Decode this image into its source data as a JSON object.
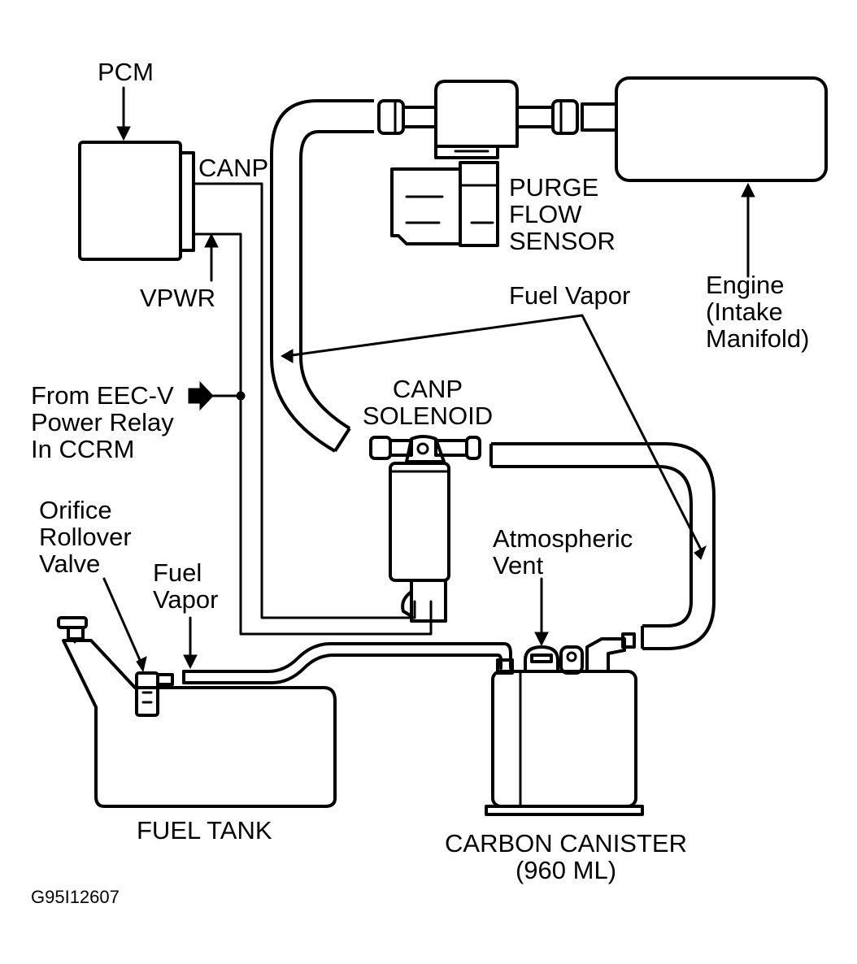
{
  "labels": {
    "pcm": "PCM",
    "canp": "CANP",
    "vpwr": "VPWR",
    "power_relay": [
      "From EEC-V",
      "Power Relay",
      "In CCRM"
    ],
    "orifice_valve": [
      "Orifice",
      "Rollover",
      "Valve"
    ],
    "fuel_vapor_tank": [
      "Fuel",
      "Vapor"
    ],
    "fuel_tank": "FUEL TANK",
    "purge_flow_sensor": [
      "PURGE",
      "FLOW",
      "SENSOR"
    ],
    "engine": [
      "Engine",
      "(Intake",
      "Manifold)"
    ],
    "fuel_vapor_main": "Fuel Vapor",
    "canp_solenoid": [
      "CANP",
      "SOLENOID"
    ],
    "atmospheric_vent": [
      "Atmospheric",
      "Vent"
    ],
    "carbon_canister": [
      "CARBON CANISTER",
      "(960 ML)"
    ],
    "figure_id": "G95I12607"
  }
}
